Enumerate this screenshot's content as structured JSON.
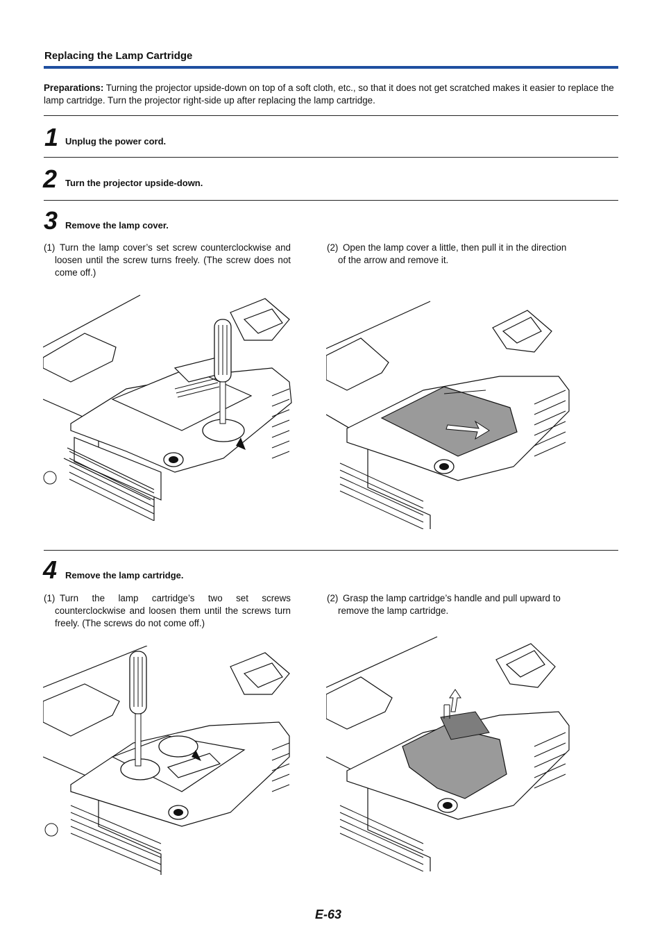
{
  "header": {
    "title": "Replacing the Lamp Cartridge"
  },
  "preparations": {
    "label": "Preparations:",
    "text": " Turning the projector upside-down on top of a soft cloth, etc., so that it does not get scratched makes it easier to replace the lamp cartridge. Turn the projector right-side up after replacing the lamp cartridge."
  },
  "steps": [
    {
      "number": "1",
      "text": "Unplug the power cord."
    },
    {
      "number": "2",
      "text": "Turn the projector upside-down."
    },
    {
      "number": "3",
      "text": "Remove the lamp cover.",
      "substeps": [
        {
          "num": "(1)",
          "text": "Turn the lamp cover’s set screw counterclockwise and loosen until the screw turns freely. (The screw does not come off.)"
        },
        {
          "num": "(2)",
          "text": "Open the lamp cover a little, then pull it in the direction of the arrow and remove it."
        }
      ]
    },
    {
      "number": "4",
      "text": "Remove the lamp cartridge.",
      "substeps": [
        {
          "num": "(1)",
          "text": "Turn the lamp cartridge’s two set screws counterclockwise and loosen them until the screws turn freely. (The screws do not come off.)"
        },
        {
          "num": "(2)",
          "text": "Grasp the lamp cartridge’s handle and pull upward to remove the lamp cartridge."
        }
      ]
    }
  ],
  "footer": {
    "page_number": "E-63"
  }
}
